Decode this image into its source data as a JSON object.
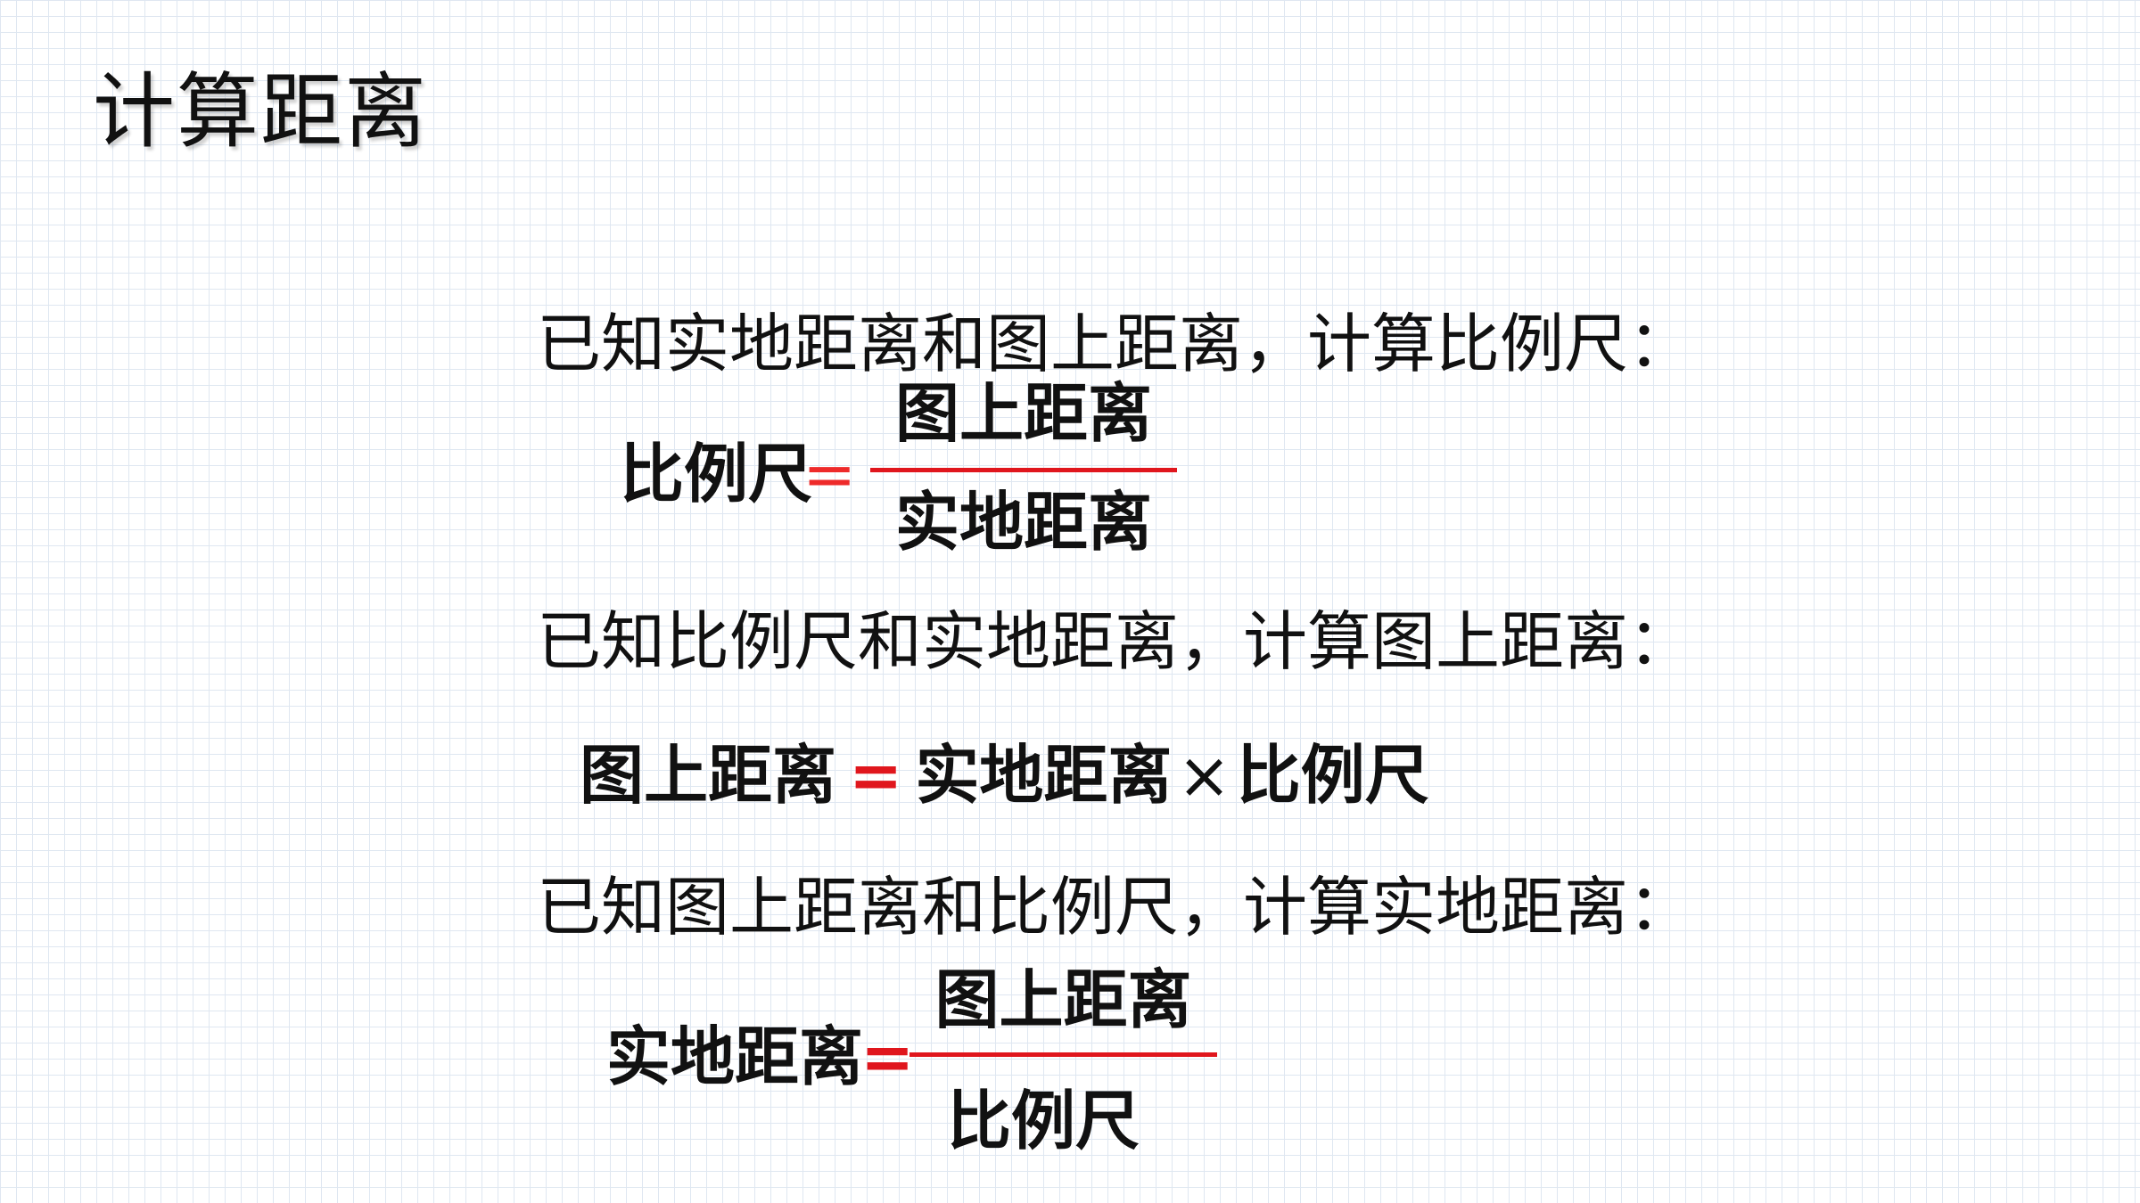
{
  "title": "计算距离",
  "section1": {
    "statement": "已知实地距离和图上距离，计算比例尺：",
    "lhs": "比例尺",
    "equals": "=",
    "numerator": "图上距离",
    "denominator": "实地距离"
  },
  "section2": {
    "statement": "已知比例尺和实地距离，计算图上距离：",
    "lhs": "图上距离",
    "equals": "=",
    "term1": "实地距离",
    "times": "×",
    "term2": "比例尺"
  },
  "section3": {
    "statement": "已知图上距离和比例尺，计算实地距离：",
    "lhs": "实地距离",
    "equals": "=",
    "numerator": "图上距离",
    "denominator": "比例尺"
  },
  "colors": {
    "accent": "#e0161d",
    "text": "#111111",
    "grid": "#dfe7f1"
  }
}
